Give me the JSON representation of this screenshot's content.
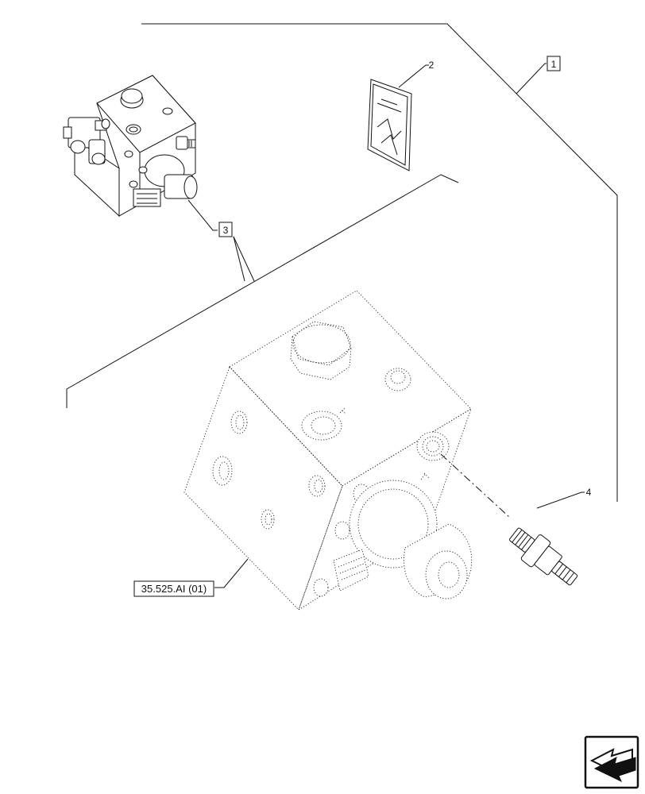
{
  "callouts": {
    "item_1": "1",
    "item_2": "2",
    "item_3": "3",
    "item_4": "4"
  },
  "reference": {
    "label": "35.525.AI (01)"
  },
  "icons": {
    "nav": "next-page-arrow-icon"
  }
}
